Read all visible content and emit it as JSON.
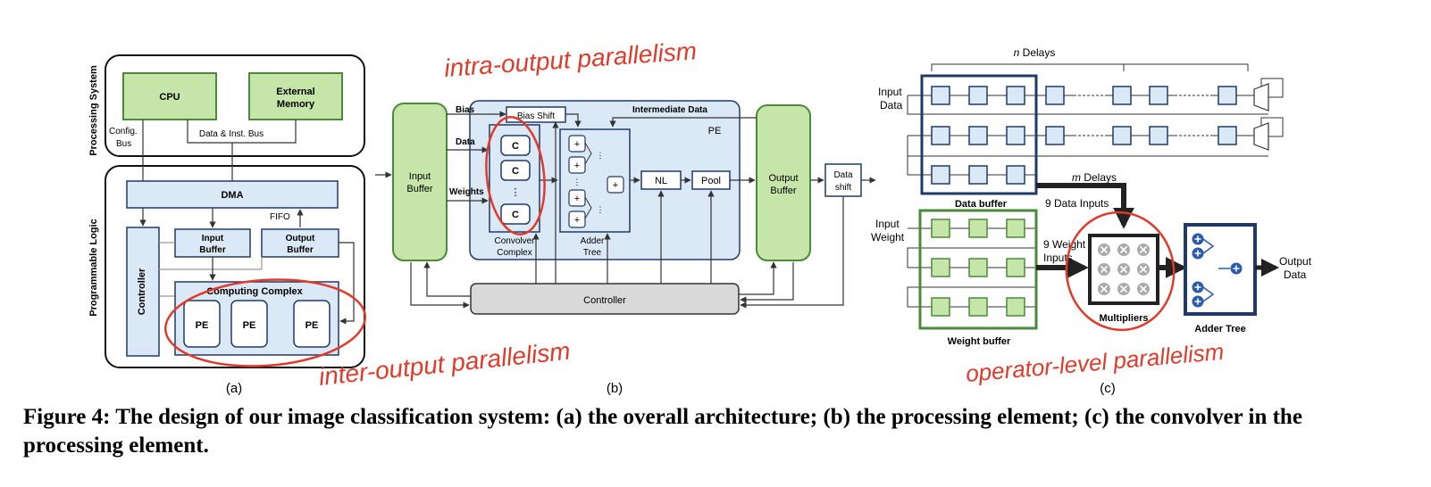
{
  "panel_a": {
    "processing_system": "Processing System",
    "programmable_logic": "Programmable Logic",
    "cpu": "CPU",
    "external_memory": [
      "External",
      "Memory"
    ],
    "config_bus": [
      "Config.",
      "Bus"
    ],
    "data_inst_bus": "Data & Inst. Bus",
    "dma": "DMA",
    "fifo": "FIFO",
    "controller": "Controller",
    "input_buffer": [
      "Input",
      "Buffer"
    ],
    "output_buffer": [
      "Output",
      "Buffer"
    ],
    "computing_complex": "Computing Complex",
    "pe_labels": [
      "PE",
      "PE",
      "PE"
    ],
    "tag": "(a)"
  },
  "panel_b": {
    "input_buffer": [
      "Input",
      "Buffer"
    ],
    "output_buffer": [
      "Output",
      "Buffer"
    ],
    "bias": "Bias",
    "data": "Data",
    "weights": "Weights",
    "bias_shift": "Bias Shift",
    "intermediate_data": "Intermediate Data",
    "pe": "PE",
    "c_labels": [
      "C",
      "C",
      "C"
    ],
    "dots": "⋮",
    "convolver_complex": [
      "Convolver",
      "Complex"
    ],
    "adder_tree": [
      "Adder",
      "Tree"
    ],
    "plus": "+",
    "nl": "NL",
    "pool": "Pool",
    "data_shift": [
      "Data",
      "shift"
    ],
    "controller": "Controller",
    "tag": "(b)"
  },
  "panel_c": {
    "n_delays": [
      "n",
      " Delays"
    ],
    "m_delays": [
      "m",
      " Delays"
    ],
    "input_data": [
      "Input",
      "Data"
    ],
    "input_weight": [
      "Input",
      "Weight"
    ],
    "data_buffer": "Data buffer",
    "weight_buffer": "Weight buffer",
    "nine_data_inputs": "9 Data Inputs",
    "nine_weight_inputs": [
      "9 Weight",
      "Inputs"
    ],
    "multipliers": "Multipliers",
    "adder_tree": "Adder Tree",
    "output_data": [
      "Output",
      "Data"
    ],
    "tag": "(c)"
  },
  "annotations": {
    "intra": "intra-output parallelism",
    "inter": "inter-output parallelism",
    "operator": "operator-level parallelism"
  },
  "caption": "Figure 4: The design of our image classification system: (a) the overall architecture; (b) the processing element; (c) the convolver in the processing element.",
  "colors": {
    "green_fill": "#c5e6a8",
    "green_stroke": "#4a8a3a",
    "blue_fill": "#dbe9f7",
    "navy": "#1f3a68",
    "red_annotation": "#e03a2a",
    "controller_gray": "#d9d9d9"
  }
}
